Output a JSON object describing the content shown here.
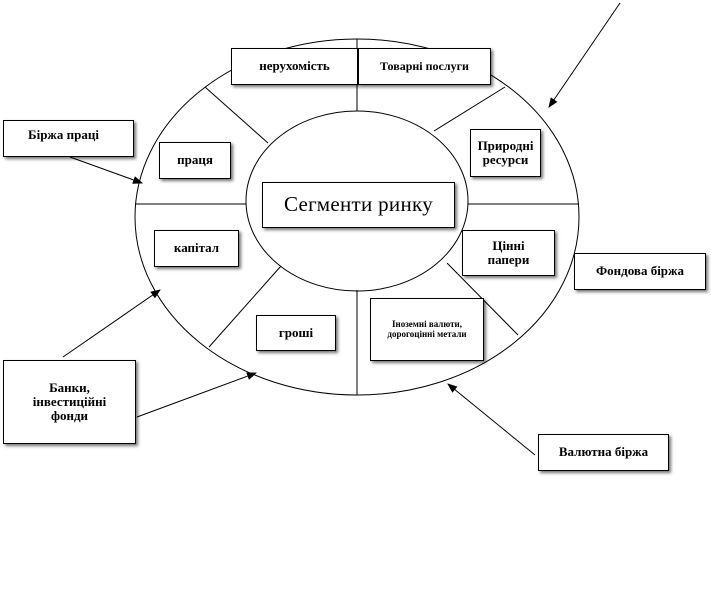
{
  "center": {
    "label": "Сегменти  ринку"
  },
  "segments": {
    "real_estate": "нерухомість",
    "goods_services": "Товарні послуги",
    "natural_resources": "Природні ресурси",
    "securities": "Цінні папери",
    "foreign_currency": "Іноземні валюти, дорогоцінні метали",
    "money": "гроші",
    "capital": "капітал",
    "labor": "праця"
  },
  "institutions": {
    "labor_exchange": "Біржа праці",
    "stock_exchange": "Фондова біржа",
    "currency_exchange": "Валютна біржа",
    "banks_funds": "Банки, інвестиційні фонди"
  }
}
